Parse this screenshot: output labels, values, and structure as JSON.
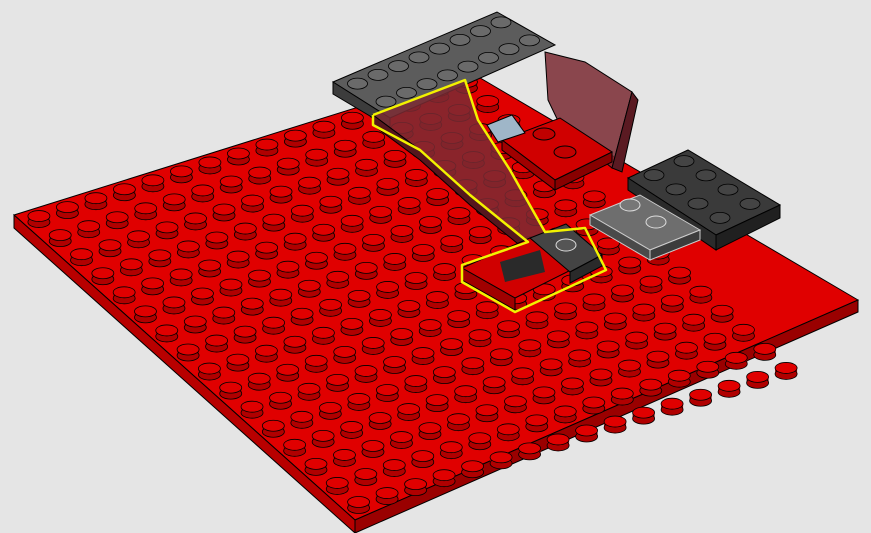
{
  "scene": {
    "background": "#e5e5e5",
    "baseplate": {
      "color": "#e00000",
      "stud_color": "#e00000",
      "outline": "#000000",
      "rows": 16,
      "cols": 16
    },
    "bricks": [
      {
        "name": "dark-gray-plate-back",
        "color": "#5c5c5c"
      },
      {
        "name": "dark-gray-plate-right",
        "color": "#3a3a3a"
      },
      {
        "name": "light-gray-plate-right",
        "color": "#6e6e6e"
      },
      {
        "name": "red-plate-center",
        "color": "#d00000"
      },
      {
        "name": "trans-red-wedge-left",
        "color": "#7a2a33"
      },
      {
        "name": "trans-red-wedge-right",
        "color": "#7a2a33"
      },
      {
        "name": "trans-light-blue-tile",
        "color": "#9fb6c8"
      },
      {
        "name": "red-printed-tile",
        "color": "#d00000"
      },
      {
        "name": "dark-gray-round-plate",
        "color": "#444444"
      }
    ],
    "highlight_color": "#f2f200"
  }
}
